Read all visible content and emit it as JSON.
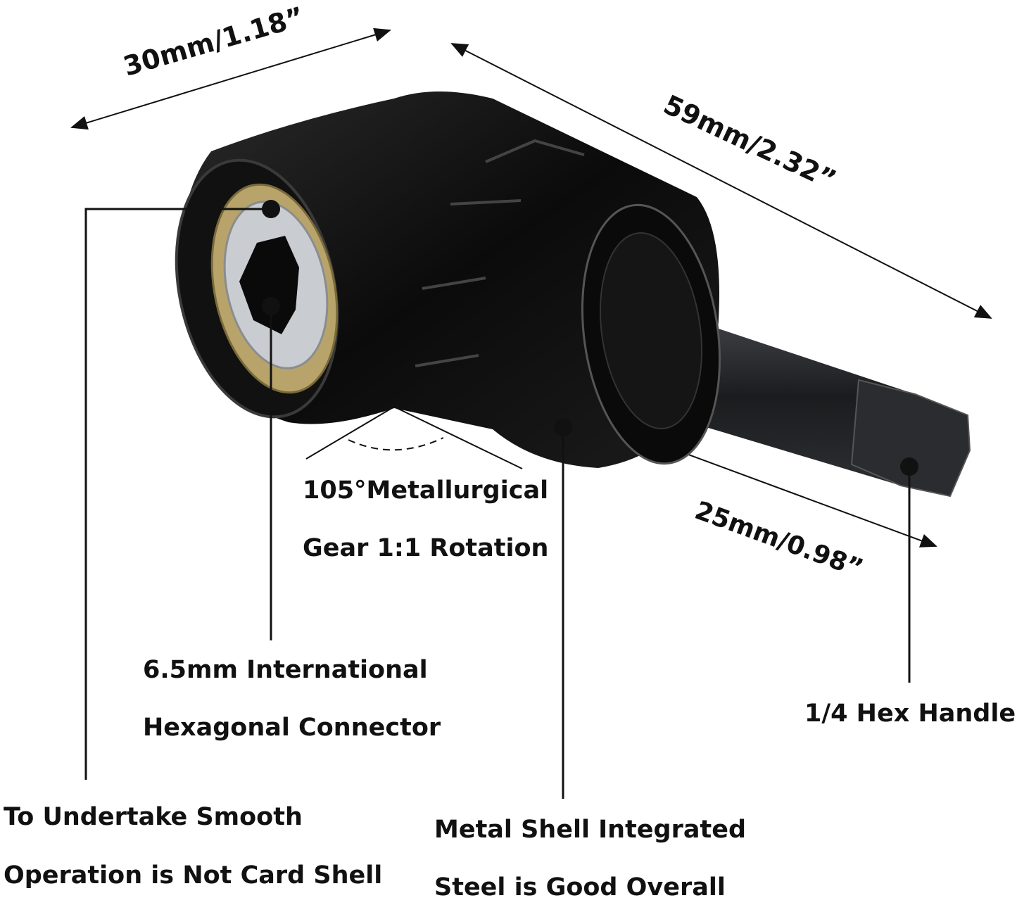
{
  "dimensions": {
    "width_30": "30mm/1.18”",
    "length_59": "59mm/2.32”",
    "shank_25": "25mm/0.98”"
  },
  "callouts": {
    "gear_line1": "105°Metallurgical",
    "gear_line2": "Gear 1:1 Rotation",
    "connector_line1": "6.5mm International",
    "connector_line2": "Hexagonal Connector",
    "handle": "1/4 Hex Handle",
    "smooth_line1": "To Undertake Smooth",
    "smooth_line2": "Operation is Not Card Shell",
    "shell_line1": "Metal Shell Integrated",
    "shell_line2": "Steel is Good Overall"
  },
  "colors": {
    "body": "#0d0d0d",
    "bearing": "#b8a46a",
    "socket": "#c9ccd0",
    "line": "#111111"
  }
}
